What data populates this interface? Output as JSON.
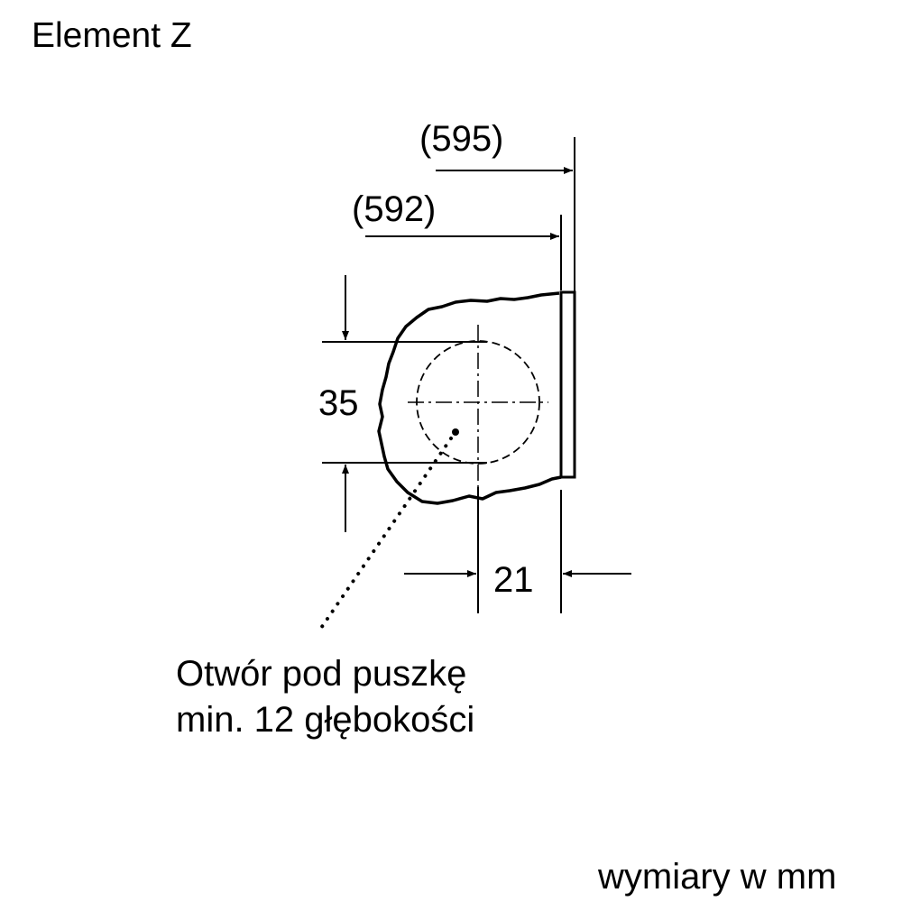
{
  "title": "Element Z",
  "dimensions": {
    "d595": "(595)",
    "d592": "(592)",
    "d35": "35",
    "d21": "21"
  },
  "note": {
    "line1": "Otwór pod puszkę",
    "line2": "min. 12 głębokości"
  },
  "units": "wymiary w mm"
}
